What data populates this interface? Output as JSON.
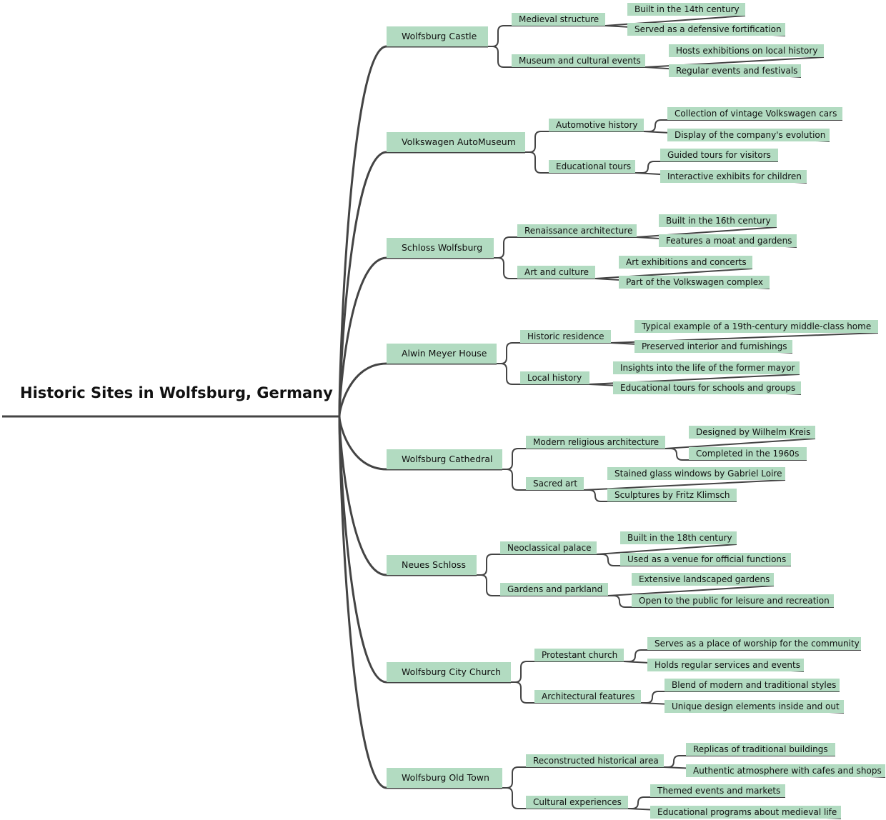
{
  "title": "Historic Sites in Wolfsburg, Germany",
  "colors": {
    "node_fill": "#b2dbc1",
    "line": "#444444"
  },
  "sites": [
    {
      "label": "Wolfsburg Castle",
      "children": [
        {
          "label": "Medieval structure",
          "children": [
            "Built in the 14th century",
            "Served as a defensive fortification"
          ]
        },
        {
          "label": "Museum and cultural events",
          "children": [
            "Hosts exhibitions on local history",
            "Regular events and festivals"
          ]
        }
      ]
    },
    {
      "label": "Volkswagen AutoMuseum",
      "children": [
        {
          "label": "Automotive history",
          "children": [
            "Collection of vintage Volkswagen cars",
            "Display of the company's evolution"
          ]
        },
        {
          "label": "Educational tours",
          "children": [
            "Guided tours for visitors",
            "Interactive exhibits for children"
          ]
        }
      ]
    },
    {
      "label": "Schloss Wolfsburg",
      "children": [
        {
          "label": "Renaissance architecture",
          "children": [
            "Built in the 16th century",
            "Features a moat and gardens"
          ]
        },
        {
          "label": "Art and culture",
          "children": [
            "Art exhibitions and concerts",
            "Part of the Volkswagen complex"
          ]
        }
      ]
    },
    {
      "label": "Alwin Meyer House",
      "children": [
        {
          "label": "Historic residence",
          "children": [
            "Typical example of a 19th-century middle-class home",
            "Preserved interior and furnishings"
          ]
        },
        {
          "label": "Local history",
          "children": [
            "Insights into the life of the former mayor",
            "Educational tours for schools and groups"
          ]
        }
      ]
    },
    {
      "label": "Wolfsburg Cathedral",
      "children": [
        {
          "label": "Modern religious architecture",
          "children": [
            "Designed by Wilhelm Kreis",
            "Completed in the 1960s"
          ]
        },
        {
          "label": "Sacred art",
          "children": [
            "Stained glass windows by Gabriel Loire",
            "Sculptures by Fritz Klimsch"
          ]
        }
      ]
    },
    {
      "label": "Neues Schloss",
      "children": [
        {
          "label": "Neoclassical palace",
          "children": [
            "Built in the 18th century",
            "Used as a venue for official functions"
          ]
        },
        {
          "label": "Gardens and parkland",
          "children": [
            "Extensive landscaped gardens",
            "Open to the public for leisure and recreation"
          ]
        }
      ]
    },
    {
      "label": "Wolfsburg City Church",
      "children": [
        {
          "label": "Protestant church",
          "children": [
            "Serves as a place of worship for the community",
            "Holds regular services and events"
          ]
        },
        {
          "label": "Architectural features",
          "children": [
            "Blend of modern and traditional styles",
            "Unique design elements inside and out"
          ]
        }
      ]
    },
    {
      "label": "Wolfsburg Old Town",
      "children": [
        {
          "label": "Reconstructed historical area",
          "children": [
            "Replicas of traditional buildings",
            "Authentic atmosphere with cafes and shops"
          ]
        },
        {
          "label": "Cultural experiences",
          "children": [
            "Themed events and markets",
            "Educational programs about medieval life"
          ]
        }
      ]
    }
  ]
}
